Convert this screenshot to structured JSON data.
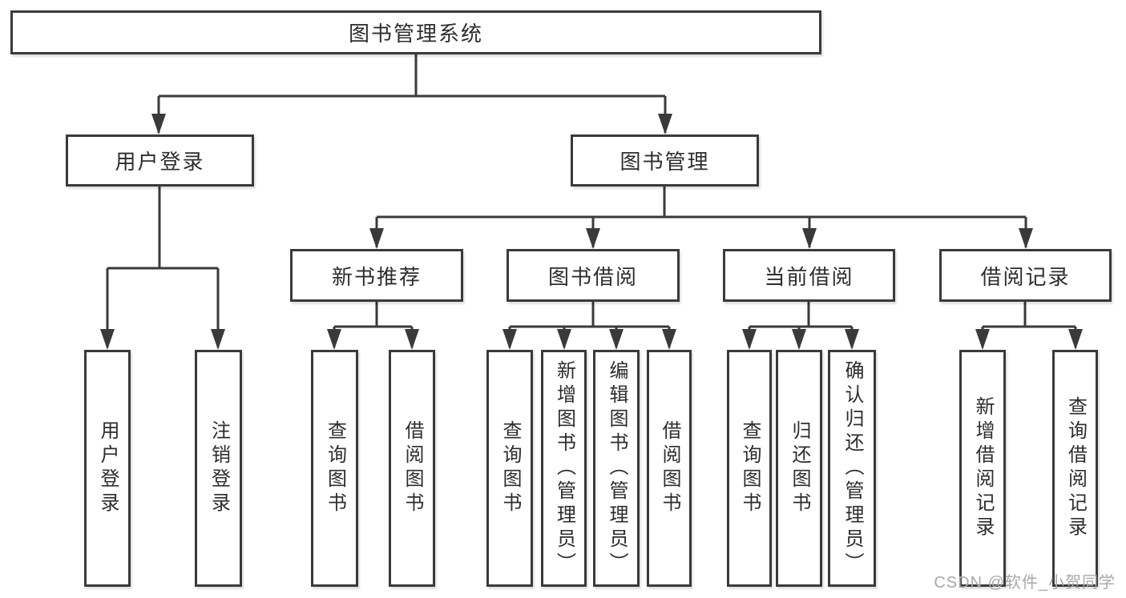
{
  "diagram_title": "图书管理系统",
  "tree": {
    "label": "图书管理系统",
    "children": [
      {
        "label": "用户登录",
        "children": [
          {
            "label": "用户登录"
          },
          {
            "label": "注销登录"
          }
        ]
      },
      {
        "label": "图书管理",
        "children": [
          {
            "label": "新书推荐",
            "children": [
              {
                "label": "查询图书"
              },
              {
                "label": "借阅图书"
              }
            ]
          },
          {
            "label": "图书借阅",
            "children": [
              {
                "label": "查询图书"
              },
              {
                "label": "新增图书（管理员）"
              },
              {
                "label": "编辑图书（管理员）"
              },
              {
                "label": "借阅图书"
              }
            ]
          },
          {
            "label": "当前借阅",
            "children": [
              {
                "label": "查询图书"
              },
              {
                "label": "归还图书"
              },
              {
                "label": "确认归还（管理员）"
              }
            ]
          },
          {
            "label": "借阅记录",
            "children": [
              {
                "label": "新增借阅记录"
              },
              {
                "label": "查询借阅记录"
              }
            ]
          }
        ]
      }
    ]
  },
  "watermark": "CSDN @软件_小贺同学",
  "colors": {
    "line": "#3a3a3a",
    "box_border": "#3a3a3a",
    "text": "#2d2d2d",
    "background": "#ffffff",
    "watermark": "#a8a8a8"
  }
}
